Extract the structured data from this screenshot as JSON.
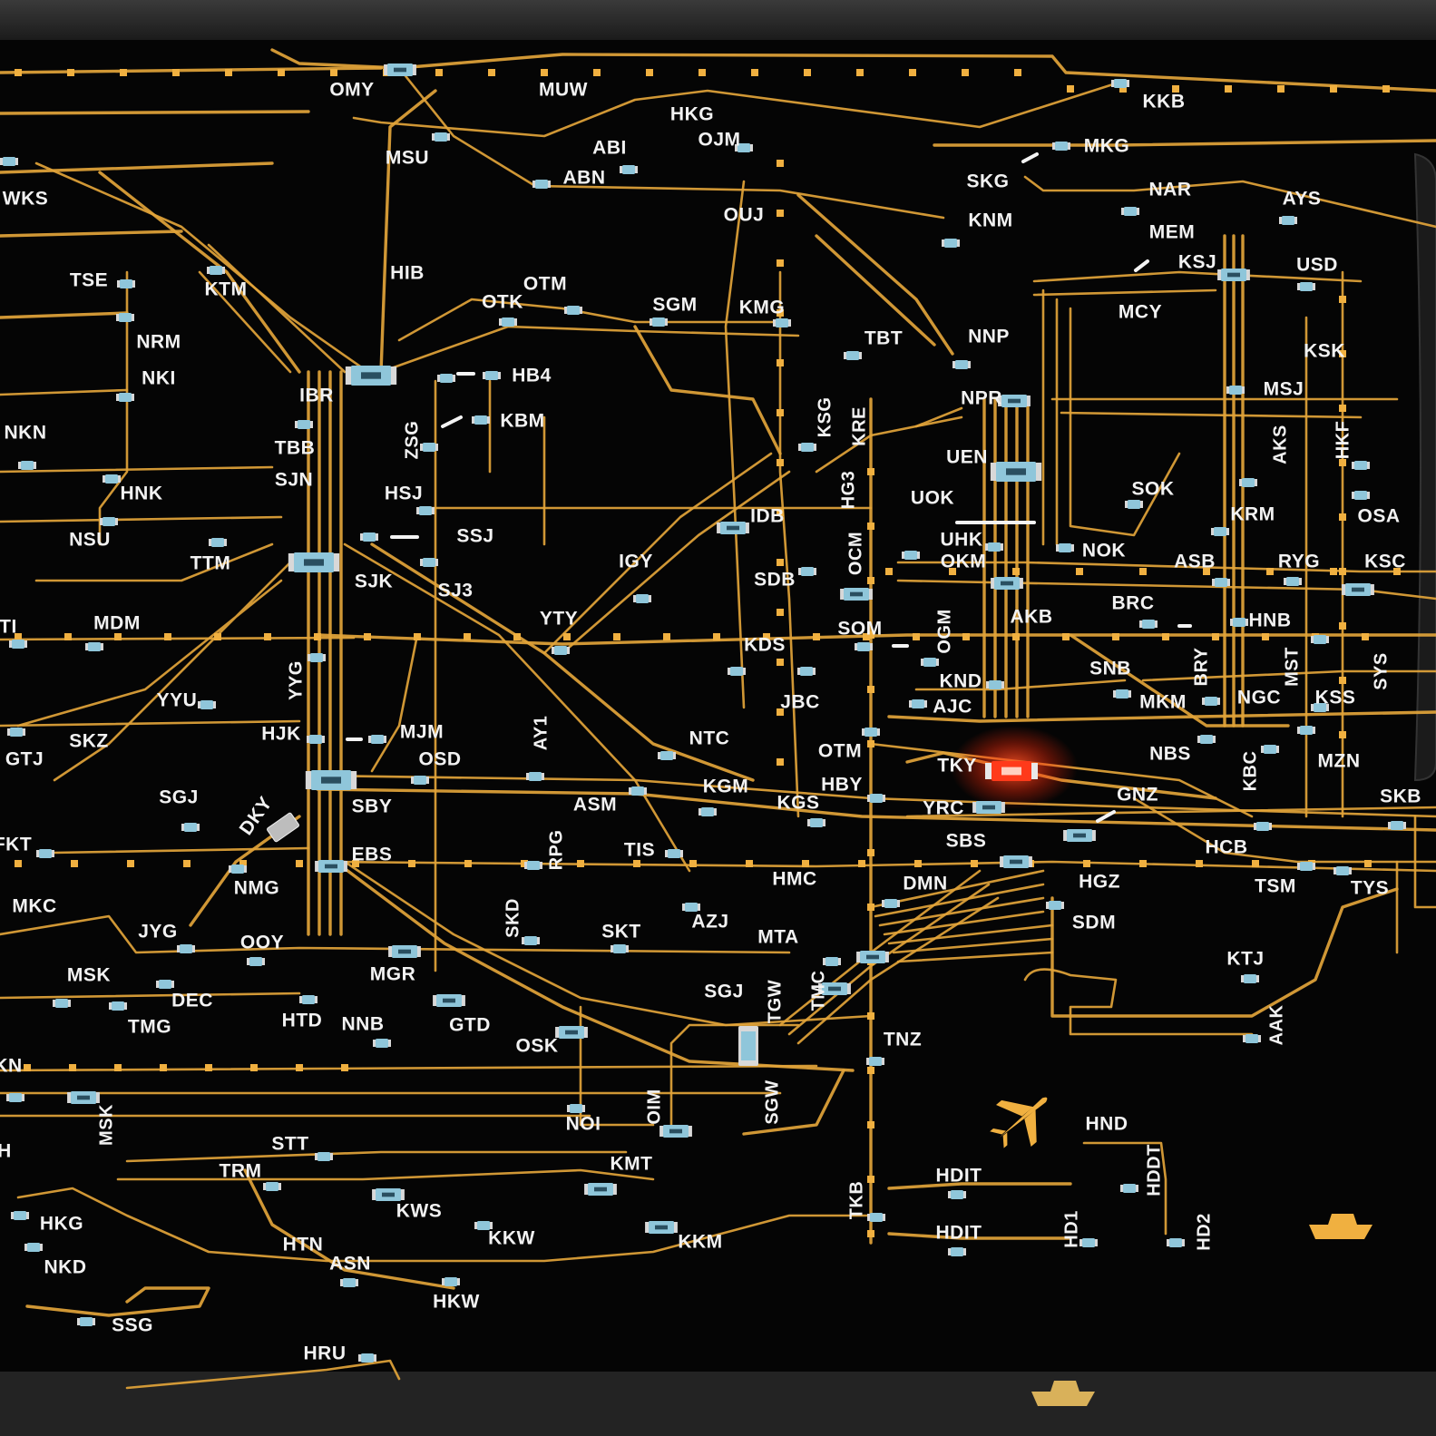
{
  "board": {
    "colors": {
      "substrate": "#050505",
      "frame": "#2b2b2b",
      "trace": "#e2a43a",
      "pad": "#f0b040",
      "component": "#8fc6da",
      "component_cap": "#d8d8d8",
      "highlight": "#ff3a1a"
    },
    "highlight_station": "TKY"
  },
  "stations": [
    "OMY",
    "MUW",
    "HKG",
    "KKB",
    "MSU",
    "ABI",
    "OJM",
    "MKG",
    "WKS",
    "ABN",
    "SKG",
    "NAR",
    "OUJ",
    "AYS",
    "KNM",
    "MEM",
    "TSE",
    "KTM",
    "HIB",
    "OTM",
    "KSJ",
    "USD",
    "OTK",
    "SGM",
    "KMG",
    "MCY",
    "NRM",
    "TBT",
    "NNP",
    "KSK",
    "NKI",
    "IBR",
    "HB4",
    "NPR",
    "MSJ",
    "KBM",
    "KSG",
    "KRE",
    "NKN",
    "TBB",
    "ZSG",
    "AKS",
    "HKF",
    "UEN",
    "SJN",
    "HSJ",
    "HG3",
    "SOK",
    "HNK",
    "UOK",
    "KRM",
    "OSA",
    "NSU",
    "SSJ",
    "IDB",
    "UHK",
    "NOK",
    "TTM",
    "SJK",
    "IGY",
    "OKM",
    "ASB",
    "RYG",
    "KSC",
    "SJ3",
    "OCM",
    "SDB",
    "BRC",
    "TI",
    "MDM",
    "YTY",
    "AKB",
    "HNB",
    "SOM",
    "OGM",
    "KDS",
    "SNB",
    "BRY",
    "YYG",
    "MST",
    "SYS",
    "YYU",
    "KND",
    "JBC",
    "MKM",
    "NGC",
    "KSS",
    "HJK",
    "MJM",
    "AJC",
    "AY1",
    "OSD",
    "NTC",
    "OTM",
    "TKY",
    "NBS",
    "GTJ",
    "SKZ",
    "KBC",
    "MZN",
    "SBY",
    "KGM",
    "HBY",
    "SGJ",
    "ASM",
    "KGS",
    "YRC",
    "GNZ",
    "SKB",
    "DKY",
    "FKT",
    "EBS",
    "TIS",
    "RPG",
    "SBS",
    "HCB",
    "NMG",
    "HMC",
    "DMN",
    "HGZ",
    "TSM",
    "TYS",
    "MKC",
    "AZJ",
    "SKD",
    "SKT",
    "SDM",
    "JYG",
    "OOY",
    "MTA",
    "MGR",
    "KTJ",
    "MSK",
    "DEC",
    "TMC",
    "SGJ",
    "TGW",
    "HTD",
    "NNB",
    "GTD",
    "TMG",
    "OSK",
    "AAK",
    "TNZ",
    "KN",
    "OIM",
    "NOI",
    "MSK",
    "SGW",
    "HND",
    "H",
    "STT",
    "KMT",
    "TRM",
    "HDIT",
    "HDDT",
    "KWS",
    "TKB",
    "HKG",
    "HDIT",
    "HD1",
    "HD2",
    "KKW",
    "KKM",
    "HTN",
    "NKD",
    "ASN",
    "HKW",
    "SSG",
    "HRU"
  ],
  "labels": [
    {
      "text": "OMY",
      "dir": "h"
    },
    {
      "text": "MUW",
      "dir": "h"
    },
    {
      "text": "HKG",
      "dir": "h"
    },
    {
      "text": "KKB",
      "dir": "h"
    },
    {
      "text": "MSU",
      "dir": "h"
    },
    {
      "text": "ABI",
      "dir": "h"
    },
    {
      "text": "OJM",
      "dir": "h"
    },
    {
      "text": "MKG",
      "dir": "h"
    },
    {
      "text": "WKS",
      "dir": "h"
    },
    {
      "text": "ABN",
      "dir": "h"
    },
    {
      "text": "SKG",
      "dir": "h"
    },
    {
      "text": "NAR",
      "dir": "h"
    },
    {
      "text": "OUJ",
      "dir": "h"
    },
    {
      "text": "AYS",
      "dir": "h"
    },
    {
      "text": "KNM",
      "dir": "h"
    },
    {
      "text": "MEM",
      "dir": "h"
    },
    {
      "text": "TSE",
      "dir": "h"
    },
    {
      "text": "KTM",
      "dir": "h"
    },
    {
      "text": "HIB",
      "dir": "h"
    },
    {
      "text": "OTM",
      "dir": "h"
    },
    {
      "text": "KSJ",
      "dir": "h"
    },
    {
      "text": "USD",
      "dir": "h"
    },
    {
      "text": "OTK",
      "dir": "h"
    },
    {
      "text": "SGM",
      "dir": "h"
    },
    {
      "text": "KMG",
      "dir": "h"
    },
    {
      "text": "MCY",
      "dir": "h"
    },
    {
      "text": "NRM",
      "dir": "h"
    },
    {
      "text": "TBT",
      "dir": "h"
    },
    {
      "text": "NNP",
      "dir": "h"
    },
    {
      "text": "KSK",
      "dir": "h"
    },
    {
      "text": "NKI",
      "dir": "h"
    },
    {
      "text": "IBR",
      "dir": "h"
    },
    {
      "text": "HB4",
      "dir": "h"
    },
    {
      "text": "NPR",
      "dir": "h"
    },
    {
      "text": "MSJ",
      "dir": "h"
    },
    {
      "text": "KBM",
      "dir": "h"
    },
    {
      "text": "KSG",
      "dir": "v"
    },
    {
      "text": "KRE",
      "dir": "v"
    },
    {
      "text": "NKN",
      "dir": "h"
    },
    {
      "text": "TBB",
      "dir": "h"
    },
    {
      "text": "ZSG",
      "dir": "v"
    },
    {
      "text": "AKS",
      "dir": "v"
    },
    {
      "text": "HKF",
      "dir": "v"
    },
    {
      "text": "UEN",
      "dir": "h"
    },
    {
      "text": "SJN",
      "dir": "h"
    },
    {
      "text": "HSJ",
      "dir": "h"
    },
    {
      "text": "HG3",
      "dir": "v"
    },
    {
      "text": "SOK",
      "dir": "h"
    },
    {
      "text": "HNK",
      "dir": "h"
    },
    {
      "text": "UOK",
      "dir": "h"
    },
    {
      "text": "KRM",
      "dir": "h"
    },
    {
      "text": "OSA",
      "dir": "h"
    },
    {
      "text": "NSU",
      "dir": "h"
    },
    {
      "text": "SSJ",
      "dir": "h"
    },
    {
      "text": "IDB",
      "dir": "h"
    },
    {
      "text": "UHK",
      "dir": "h"
    },
    {
      "text": "NOK",
      "dir": "h"
    },
    {
      "text": "TTM",
      "dir": "h"
    },
    {
      "text": "SJK",
      "dir": "h"
    },
    {
      "text": "IGY",
      "dir": "h"
    },
    {
      "text": "OKM",
      "dir": "h"
    },
    {
      "text": "ASB",
      "dir": "h"
    },
    {
      "text": "RYG",
      "dir": "h"
    },
    {
      "text": "KSC",
      "dir": "h"
    },
    {
      "text": "SJ3",
      "dir": "h"
    },
    {
      "text": "OCM",
      "dir": "v"
    },
    {
      "text": "SDB",
      "dir": "h"
    },
    {
      "text": "BRC",
      "dir": "h"
    },
    {
      "text": "TI",
      "dir": "h"
    },
    {
      "text": "MDM",
      "dir": "h"
    },
    {
      "text": "YTY",
      "dir": "h"
    },
    {
      "text": "AKB",
      "dir": "h"
    },
    {
      "text": "HNB",
      "dir": "h"
    },
    {
      "text": "SOM",
      "dir": "h"
    },
    {
      "text": "OGM",
      "dir": "v"
    },
    {
      "text": "KDS",
      "dir": "h"
    },
    {
      "text": "SNB",
      "dir": "h"
    },
    {
      "text": "BRY",
      "dir": "v"
    },
    {
      "text": "YYG",
      "dir": "v"
    },
    {
      "text": "MST",
      "dir": "v"
    },
    {
      "text": "SYS",
      "dir": "v"
    },
    {
      "text": "YYU",
      "dir": "h"
    },
    {
      "text": "KND",
      "dir": "h"
    },
    {
      "text": "JBC",
      "dir": "h"
    },
    {
      "text": "MKM",
      "dir": "h"
    },
    {
      "text": "NGC",
      "dir": "h"
    },
    {
      "text": "KSS",
      "dir": "h"
    },
    {
      "text": "HJK",
      "dir": "h"
    },
    {
      "text": "MJM",
      "dir": "h"
    },
    {
      "text": "AJC",
      "dir": "h"
    },
    {
      "text": "AY1",
      "dir": "v"
    },
    {
      "text": "OSD",
      "dir": "h"
    },
    {
      "text": "NTC",
      "dir": "h"
    },
    {
      "text": "OTM",
      "dir": "h"
    },
    {
      "text": "TKY",
      "dir": "h"
    },
    {
      "text": "NBS",
      "dir": "h"
    },
    {
      "text": "GTJ",
      "dir": "h"
    },
    {
      "text": "SKZ",
      "dir": "h"
    },
    {
      "text": "KBC",
      "dir": "v"
    },
    {
      "text": "MZN",
      "dir": "h"
    },
    {
      "text": "SBY",
      "dir": "h"
    },
    {
      "text": "KGM",
      "dir": "h"
    },
    {
      "text": "HBY",
      "dir": "h"
    },
    {
      "text": "SGJ",
      "dir": "h"
    },
    {
      "text": "ASM",
      "dir": "h"
    },
    {
      "text": "KGS",
      "dir": "h"
    },
    {
      "text": "YRC",
      "dir": "h"
    },
    {
      "text": "GNZ",
      "dir": "h"
    },
    {
      "text": "SKB",
      "dir": "h"
    },
    {
      "text": "DKY",
      "dir": "d"
    },
    {
      "text": "FKT",
      "dir": "h"
    },
    {
      "text": "EBS",
      "dir": "h"
    },
    {
      "text": "TIS",
      "dir": "h"
    },
    {
      "text": "RPG",
      "dir": "v"
    },
    {
      "text": "SBS",
      "dir": "h"
    },
    {
      "text": "HCB",
      "dir": "h"
    },
    {
      "text": "NMG",
      "dir": "h"
    },
    {
      "text": "HMC",
      "dir": "h"
    },
    {
      "text": "DMN",
      "dir": "h"
    },
    {
      "text": "HGZ",
      "dir": "h"
    },
    {
      "text": "TSM",
      "dir": "h"
    },
    {
      "text": "TYS",
      "dir": "h"
    },
    {
      "text": "MKC",
      "dir": "h"
    },
    {
      "text": "AZJ",
      "dir": "h"
    },
    {
      "text": "SKD",
      "dir": "v"
    },
    {
      "text": "SKT",
      "dir": "h"
    },
    {
      "text": "SDM",
      "dir": "h"
    },
    {
      "text": "JYG",
      "dir": "h"
    },
    {
      "text": "OOY",
      "dir": "h"
    },
    {
      "text": "MTA",
      "dir": "h"
    },
    {
      "text": "MGR",
      "dir": "h"
    },
    {
      "text": "KTJ",
      "dir": "h"
    },
    {
      "text": "MSK",
      "dir": "h"
    },
    {
      "text": "DEC",
      "dir": "h"
    },
    {
      "text": "TMC",
      "dir": "v"
    },
    {
      "text": "SGJ",
      "dir": "h"
    },
    {
      "text": "TGW",
      "dir": "v"
    },
    {
      "text": "HTD",
      "dir": "h"
    },
    {
      "text": "NNB",
      "dir": "h"
    },
    {
      "text": "GTD",
      "dir": "h"
    },
    {
      "text": "TMG",
      "dir": "h"
    },
    {
      "text": "OSK",
      "dir": "h"
    },
    {
      "text": "AAK",
      "dir": "v"
    },
    {
      "text": "TNZ",
      "dir": "h"
    },
    {
      "text": "KN",
      "dir": "h"
    },
    {
      "text": "OIM",
      "dir": "v"
    },
    {
      "text": "NOI",
      "dir": "h"
    },
    {
      "text": "MSK",
      "dir": "v"
    },
    {
      "text": "SGW",
      "dir": "v"
    },
    {
      "text": "HND",
      "dir": "h"
    },
    {
      "text": "H",
      "dir": "h"
    },
    {
      "text": "STT",
      "dir": "h"
    },
    {
      "text": "KMT",
      "dir": "h"
    },
    {
      "text": "TRM",
      "dir": "h"
    },
    {
      "text": "HDIT",
      "dir": "h"
    },
    {
      "text": "HDDT",
      "dir": "v"
    },
    {
      "text": "KWS",
      "dir": "h"
    },
    {
      "text": "TKB",
      "dir": "v"
    },
    {
      "text": "HKG",
      "dir": "h"
    },
    {
      "text": "HDIT",
      "dir": "h"
    },
    {
      "text": "HD1",
      "dir": "v"
    },
    {
      "text": "HD2",
      "dir": "v"
    },
    {
      "text": "KKW",
      "dir": "h"
    },
    {
      "text": "KKM",
      "dir": "h"
    },
    {
      "text": "HTN",
      "dir": "h"
    },
    {
      "text": "NKD",
      "dir": "h"
    },
    {
      "text": "ASN",
      "dir": "h"
    },
    {
      "text": "HKW",
      "dir": "h"
    },
    {
      "text": "SSG",
      "dir": "h"
    },
    {
      "text": "HRU",
      "dir": "h"
    }
  ],
  "icons": [
    "airplane-icon",
    "ship-icon",
    "ship-icon"
  ]
}
